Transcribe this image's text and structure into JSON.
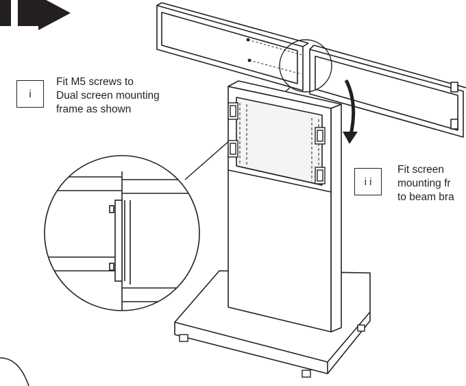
{
  "steps": [
    {
      "marker": "i",
      "text": "Fit M5 screws to\nDual screen mounting\nframe as shown"
    },
    {
      "marker": "i i",
      "text": "Fit screen\nmounting fr\nto beam bra"
    }
  ]
}
